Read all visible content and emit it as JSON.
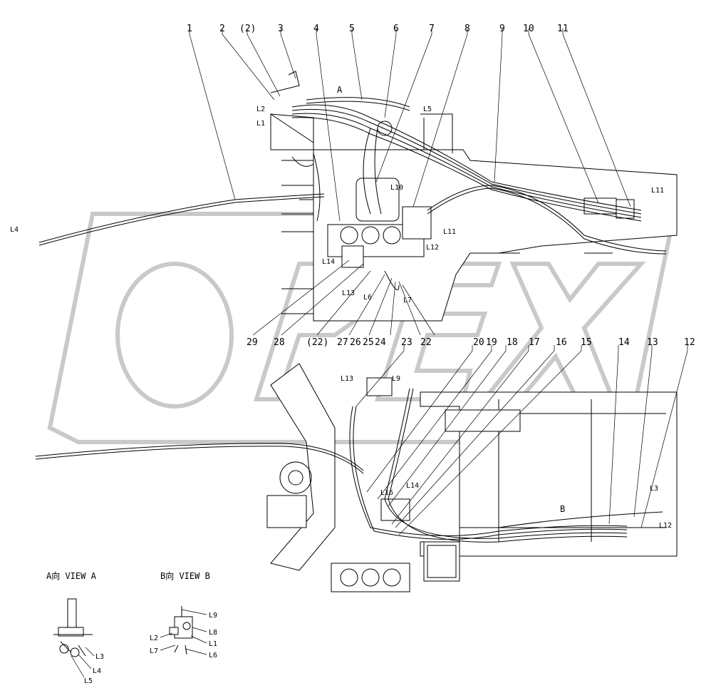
{
  "watermark": "OPEX",
  "corner_mark": "",
  "top_callouts": [
    "1",
    "2",
    "(2)",
    "3",
    "4",
    "5",
    "6",
    "7",
    "8",
    "9",
    "10",
    "11"
  ],
  "mid_callouts": [
    "29",
    "28",
    "(22)",
    "27",
    "26",
    "25",
    "24",
    "23",
    "22",
    "20",
    "19",
    "18",
    "17",
    "16",
    "15",
    "14",
    "13",
    "12"
  ],
  "view_letters": {
    "a": "A",
    "b": "B"
  },
  "top_hose_labels": {
    "l1": "L1",
    "l2": "L2",
    "l4": "L4",
    "l5": "L5",
    "l6": "L6",
    "l7": "L7",
    "l10": "L10",
    "l11a": "L11",
    "l11b": "L11",
    "l12": "L12",
    "l13": "L13",
    "l14": "L14"
  },
  "bottom_hose_labels": {
    "l13": "L13",
    "l9": "L9",
    "l14": "L14",
    "l16": "L16",
    "l3": "L3",
    "l12": "L12"
  },
  "view_a": {
    "title": "A向 VIEW A",
    "labels": [
      "L3",
      "L4",
      "L5"
    ]
  },
  "view_b": {
    "title": "B向 VIEW B",
    "labels": [
      "L9",
      "L8",
      "L1",
      "L6",
      "L2",
      "L7"
    ]
  }
}
